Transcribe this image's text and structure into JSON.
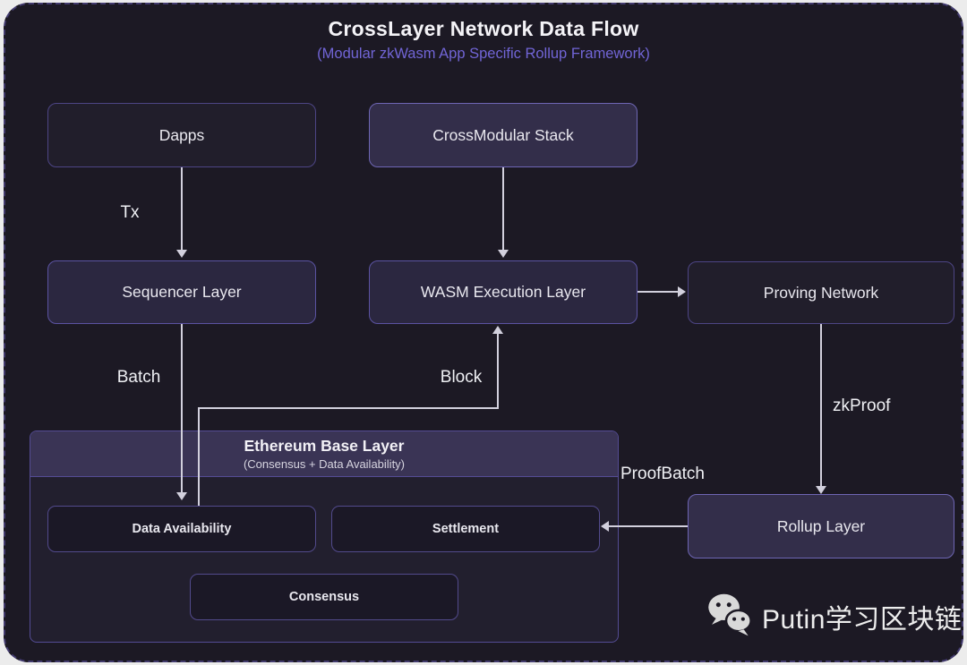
{
  "page": {
    "title": "CrossLayer Network Data Flow",
    "subtitle": "(Modular zkWasm App Specific Rollup Framework)"
  },
  "nodes": {
    "dapps": {
      "label": "Dapps"
    },
    "crossmodular": {
      "label": "CrossModular Stack"
    },
    "sequencer": {
      "label": "Sequencer Layer"
    },
    "wasm": {
      "label": "WASM Execution Layer"
    },
    "proving": {
      "label": "Proving Network"
    },
    "rollup": {
      "label": "Rollup Layer"
    },
    "ethereum": {
      "title": "Ethereum Base Layer",
      "subtitle": "(Consensus + Data Availability)"
    },
    "data_availability": {
      "label": "Data Availability"
    },
    "settlement": {
      "label": "Settlement"
    },
    "consensus": {
      "label": "Consensus"
    }
  },
  "edges": {
    "tx": "Tx",
    "batch": "Batch",
    "block": "Block",
    "zkproof": "zkProof",
    "proofbatch": "ProofBatch"
  },
  "watermark": {
    "icon": "wechat-icon",
    "text": "Putin学习区块链"
  },
  "colors": {
    "canvas_bg": "#1c1924",
    "canvas_border": "#423a6e",
    "node_dark": "#211e2b",
    "node_mid": "#2b2740",
    "node_light": "#332e4a",
    "eth_header": "#3a3455",
    "border_purple": "#5b53a2",
    "arrow": "#d2d0dd",
    "subtitle_purple": "#7165d6"
  }
}
